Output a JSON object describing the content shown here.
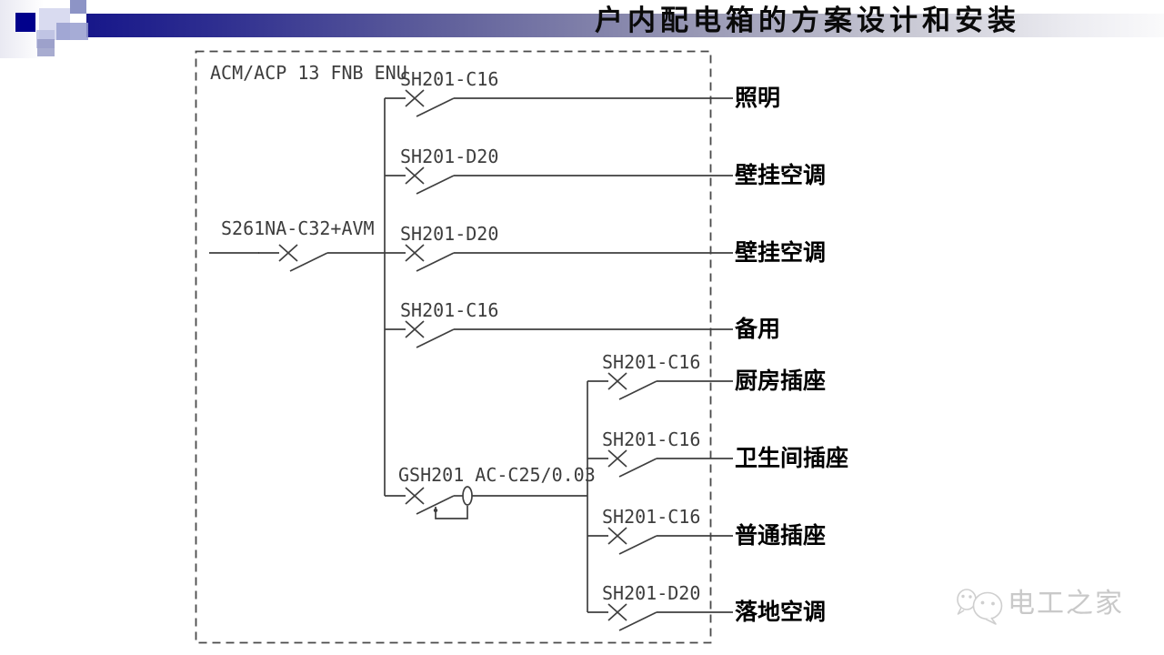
{
  "slide": {
    "title": "户内配电箱的方案设计和安装"
  },
  "diagram": {
    "panel_label": "ACM/ACP 13 FNB ENU",
    "incoming_device": "S261NA-C32+AVM",
    "rcd_device": "GSH201 AC-C25/0.03",
    "line_color": "#3f3f3f",
    "main_branches": [
      {
        "device": "SH201-C16",
        "load": "照明"
      },
      {
        "device": "SH201-D20",
        "load": "壁挂空调"
      },
      {
        "device": "SH201-D20",
        "load": "壁挂空调"
      },
      {
        "device": "SH201-C16",
        "load": "备用"
      }
    ],
    "sub_branches": [
      {
        "device": "SH201-C16",
        "load": "厨房插座"
      },
      {
        "device": "SH201-C16",
        "load": "卫生间插座"
      },
      {
        "device": "SH201-C16",
        "load": "普通插座"
      },
      {
        "device": "SH201-D20",
        "load": "落地空调"
      }
    ]
  },
  "watermark": {
    "icon": "wechat-icon",
    "text": "电工之家",
    "color": "#c9c9c9"
  }
}
